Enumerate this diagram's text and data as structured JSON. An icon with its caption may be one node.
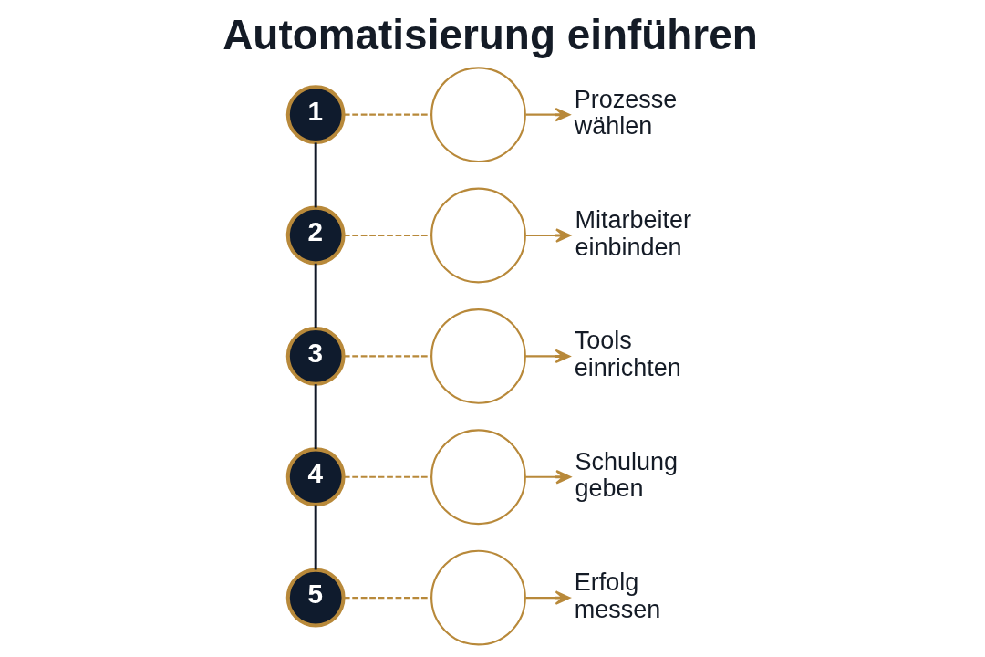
{
  "diagram": {
    "title": "Automatisierung einführen",
    "nodes": [
      {
        "text": [
          "1"
        ]
      },
      {
        "text": [],
        "shape": "circle"
      },
      {
        "text": [
          "Prozesse wählen"
        ]
      },
      {
        "text": [
          "2"
        ]
      },
      {
        "text": [],
        "shape": "circle"
      },
      {
        "text": [
          "Mitarbeiter einbinden"
        ]
      },
      {
        "text": [
          "3"
        ]
      },
      {
        "text": [],
        "shape": "circle"
      },
      {
        "text": [
          "Tools einrichten"
        ]
      },
      {
        "text": [
          "4"
        ]
      },
      {
        "text": [],
        "shape": "circle"
      },
      {
        "text": [
          "Schulung geben"
        ]
      },
      {
        "text": [
          "5"
        ]
      },
      {
        "text": [],
        "shape": "circle"
      },
      {
        "text": [
          "Erfolg messen"
        ]
      }
    ],
    "edges": [
      {
        "from": 0,
        "to": 3,
        "arrow": "none",
        "color": "#111827"
      },
      {
        "from": 3,
        "to": 6,
        "arrow": "none",
        "color": "#111827"
      },
      {
        "from": 6,
        "to": 9,
        "arrow": "none",
        "color": "#111827"
      },
      {
        "from": 9,
        "to": 12,
        "arrow": "none",
        "color": "#111827"
      },
      {
        "from": 0,
        "to": 1,
        "arrow": "none",
        "style": "dashed"
      },
      {
        "from": 1,
        "to": 2,
        "arrow": "to"
      },
      {
        "from": 3,
        "to": 4,
        "arrow": "none",
        "style": "dashed"
      },
      {
        "from": 4,
        "to": 5,
        "arrow": "to"
      },
      {
        "from": 6,
        "to": 7,
        "arrow": "none",
        "style": "dashed"
      },
      {
        "from": 7,
        "to": 8,
        "arrow": "to"
      },
      {
        "from": 9,
        "to": 10,
        "arrow": "none",
        "style": "dashed"
      },
      {
        "from": 10,
        "to": 11,
        "arrow": "to"
      },
      {
        "from": 12,
        "to": 13,
        "arrow": "none",
        "style": "dashed"
      },
      {
        "from": 13,
        "to": 14,
        "arrow": "to"
      }
    ]
  }
}
